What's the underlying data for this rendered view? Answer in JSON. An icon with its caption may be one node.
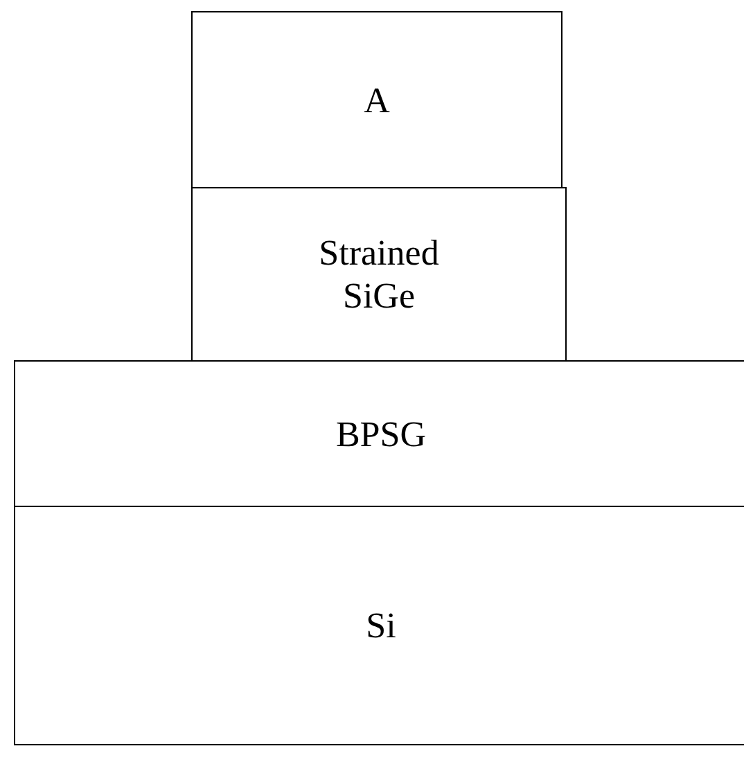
{
  "diagram": {
    "nodes": [
      {
        "text": [
          "A"
        ]
      },
      {
        "text": [
          "Strained SiGe"
        ]
      },
      {
        "text": [
          "BPSG"
        ]
      },
      {
        "text": [
          "Si"
        ]
      }
    ]
  }
}
